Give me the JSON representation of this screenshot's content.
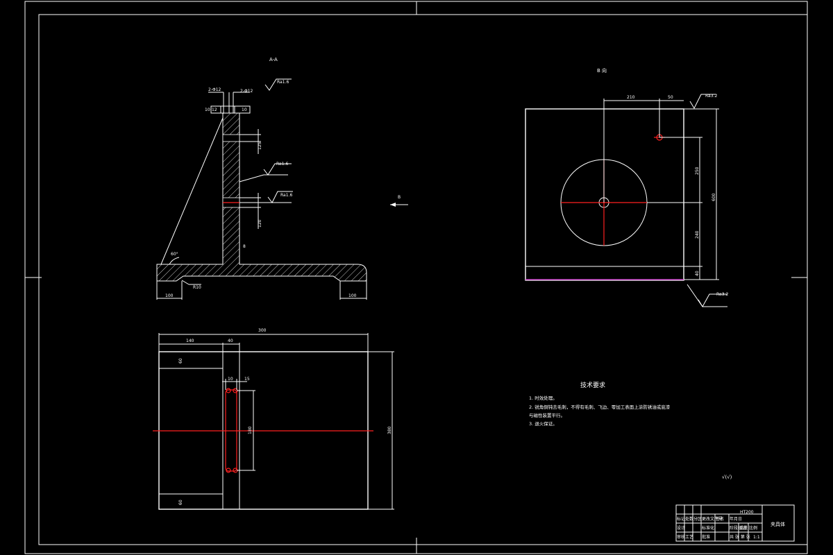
{
  "section_view": {
    "title": "A-A",
    "callouts": {
      "holes_left": "2-Φ12",
      "holes_right": "2-Φ12",
      "rough_top": "Ra1.6",
      "rough_mid": "Ra1.6",
      "rough_low": "Ra1.6",
      "angle": "60°",
      "fillet": "R10"
    },
    "dims": {
      "left_foot": "100",
      "right_foot": "100",
      "web_hole": "125",
      "web_low": "120",
      "web_thk": "8",
      "top_small_1": "10",
      "top_small_2": "12",
      "top_small_3": "10"
    }
  },
  "view_b": {
    "title": "B 向",
    "dims": {
      "top_1": "210",
      "top_2": "50",
      "vert_1": "250",
      "vert_2": "240",
      "vert_total": "600",
      "vert_base": "40"
    },
    "callouts": {
      "rough_top": "Ra3.2",
      "rough_bottom": "Ra3.2"
    }
  },
  "view_arrow": {
    "label": "B"
  },
  "plan_view": {
    "dims": {
      "overall": "300",
      "left": "140",
      "web": "40",
      "top_notch": "60",
      "bottom_notch": "60",
      "slot_w1": "10",
      "slot_w2": "15",
      "slot_len": "180",
      "height": "380"
    }
  },
  "tech_req": {
    "title": "技术要求",
    "lines": [
      "1. 时效处理。",
      "2. 锐角倒钝去毛刺，不得有毛刺、飞边、零加工表面上涂防锈油或底漆",
      "与磁性装置平行。",
      "3. 退火保证。"
    ]
  },
  "roughness_symbol": "√(√)",
  "title_block": {
    "part_name": "夹具体",
    "material": "HT200",
    "cells": [
      "标记",
      "处数",
      "分区",
      "更改文件号",
      "签名",
      "年月日",
      "设计",
      "标准化",
      "阶段标记",
      "重量",
      "比例",
      "审核",
      "工艺",
      "批准",
      "共 张 第 张",
      "1:1"
    ]
  }
}
